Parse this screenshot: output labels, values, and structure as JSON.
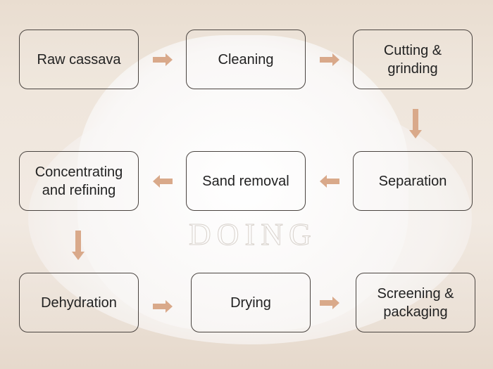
{
  "steps": [
    "Raw cassava",
    "Cleaning",
    "Cutting &\ngrinding",
    "Separation",
    "Sand removal",
    "Concentrating\nand refining",
    "Dehydration",
    "Drying",
    "Screening &\npackaging"
  ],
  "watermark": "DOING",
  "colors": {
    "arrow": "#d9a98a",
    "border": "#4a4440"
  }
}
